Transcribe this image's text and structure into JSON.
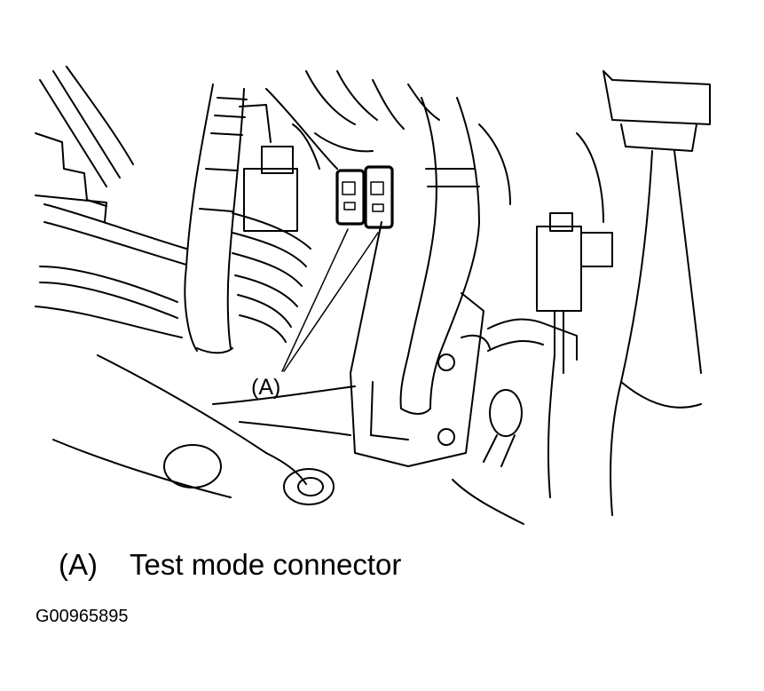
{
  "diagram": {
    "callout_label": "(A)",
    "legend": {
      "key": "(A)",
      "text": "Test mode connector"
    },
    "figure_id": "G00965895"
  }
}
